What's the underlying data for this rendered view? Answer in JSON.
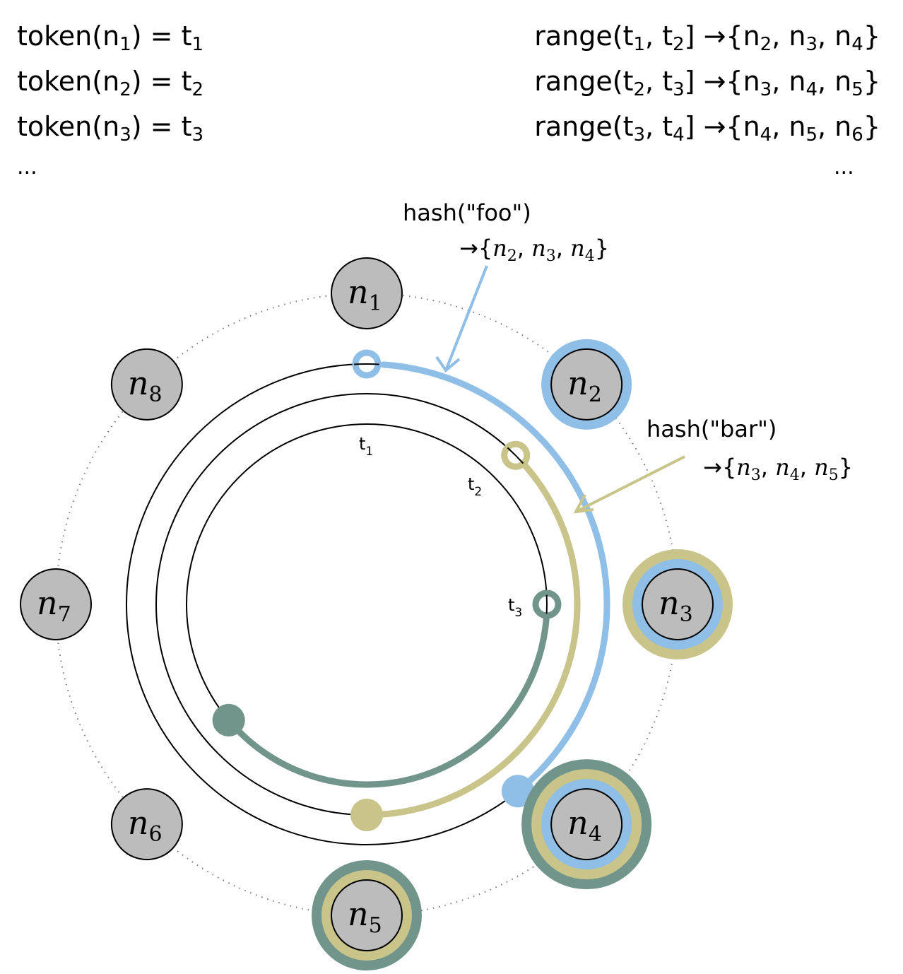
{
  "token_assignments": [
    {
      "fn": "token",
      "node": "n",
      "node_idx": "1",
      "eq": " = ",
      "token": "t",
      "token_idx": "1"
    },
    {
      "fn": "token",
      "node": "n",
      "node_idx": "2",
      "eq": " = ",
      "token": "t",
      "token_idx": "2"
    },
    {
      "fn": "token",
      "node": "n",
      "node_idx": "3",
      "eq": " = ",
      "token": "t",
      "token_idx": "3"
    }
  ],
  "token_ellipsis": "...",
  "range_assignments": [
    {
      "fn": "range",
      "from_idx": "1",
      "to_idx": "2",
      "arrow": "→",
      "nodes": [
        "2",
        "3",
        "4"
      ]
    },
    {
      "fn": "range",
      "from_idx": "2",
      "to_idx": "3",
      "arrow": "→",
      "nodes": [
        "3",
        "4",
        "5"
      ]
    },
    {
      "fn": "range",
      "from_idx": "3",
      "to_idx": "4",
      "arrow": "→",
      "nodes": [
        "4",
        "5",
        "6"
      ]
    }
  ],
  "range_ellipsis": "...",
  "ring": {
    "nodes": [
      {
        "label": "n",
        "idx": "1",
        "replicas_of": []
      },
      {
        "label": "n",
        "idx": "2",
        "replicas_of": [
          "foo"
        ]
      },
      {
        "label": "n",
        "idx": "3",
        "replicas_of": [
          "foo",
          "bar"
        ]
      },
      {
        "label": "n",
        "idx": "4",
        "replicas_of": [
          "foo",
          "bar",
          "t3"
        ]
      },
      {
        "label": "n",
        "idx": "5",
        "replicas_of": [
          "bar",
          "t3"
        ]
      },
      {
        "label": "n",
        "idx": "6",
        "replicas_of": []
      },
      {
        "label": "n",
        "idx": "7",
        "replicas_of": []
      },
      {
        "label": "n",
        "idx": "8",
        "replicas_of": []
      }
    ],
    "token_labels": [
      {
        "label": "t",
        "idx": "1"
      },
      {
        "label": "t",
        "idx": "2"
      },
      {
        "label": "t",
        "idx": "3"
      }
    ]
  },
  "keys": [
    {
      "id": "foo",
      "text": "hash(\"foo\")",
      "arrow": "→",
      "nodes": [
        "2",
        "3",
        "4"
      ],
      "color": "#8fbfe6"
    },
    {
      "id": "bar",
      "text": "hash(\"bar\")",
      "arrow": "→",
      "nodes": [
        "3",
        "4",
        "5"
      ],
      "color": "#c9c48a"
    },
    {
      "id": "t3",
      "text": "",
      "arrow": "",
      "nodes": [
        "4",
        "5"
      ],
      "color": "#71958a"
    }
  ],
  "colors": {
    "node_fill": "#bcbcbc",
    "foo": "#8fbfe6",
    "bar": "#c9c48a",
    "range_t3": "#71958a",
    "dotted_ring": "#777777"
  }
}
